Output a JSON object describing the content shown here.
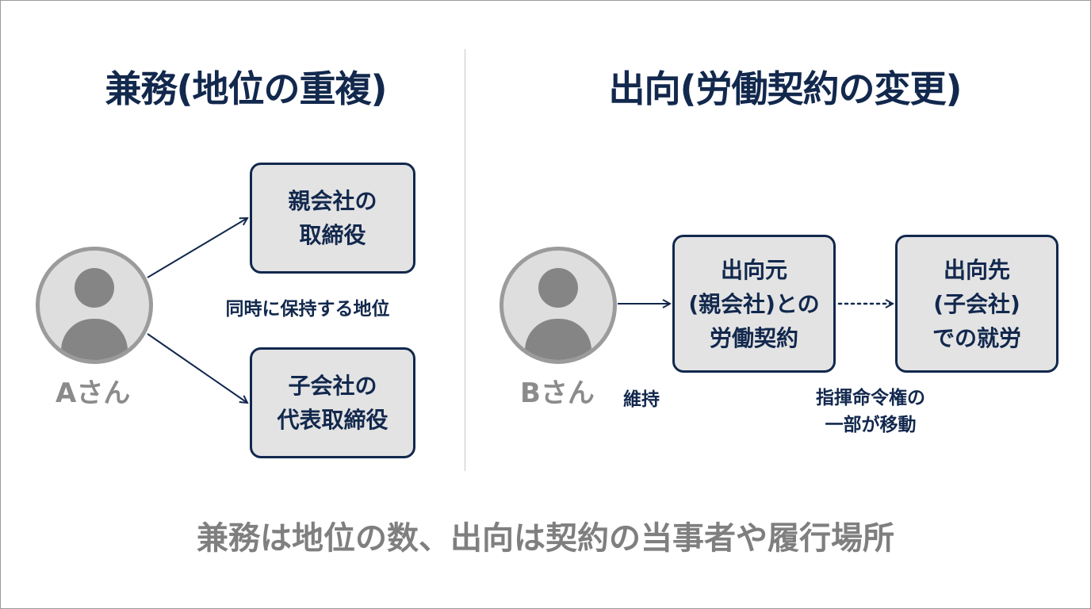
{
  "left_panel": {
    "title": "兼務(地位の重複)",
    "person_label": "Aさん",
    "box_top": [
      "親会社の",
      "取締役"
    ],
    "box_bottom": [
      "子会社の",
      "代表取締役"
    ],
    "middle_note": "同時に保持する地位"
  },
  "right_panel": {
    "title": "出向(労働契約の変更)",
    "person_label": "Bさん",
    "box_origin": [
      "出向元",
      "(親会社)との",
      "労働契約"
    ],
    "box_destination": [
      "出向先",
      "(子会社)",
      "での就労"
    ],
    "note_maintain": "維持",
    "note_transfer": [
      "指揮命令権の",
      "一部が移動"
    ]
  },
  "summary": "兼務は地位の数、出向は契約の当事者や履行場所",
  "colors": {
    "navy": "#12284d",
    "box_fill": "#e3e3e3",
    "gray_text": "#8b8b8b",
    "avatar_fill": "#858585"
  },
  "icons": [
    "person-avatar-icon",
    "arrow-icon",
    "dotted-arrow-icon"
  ]
}
